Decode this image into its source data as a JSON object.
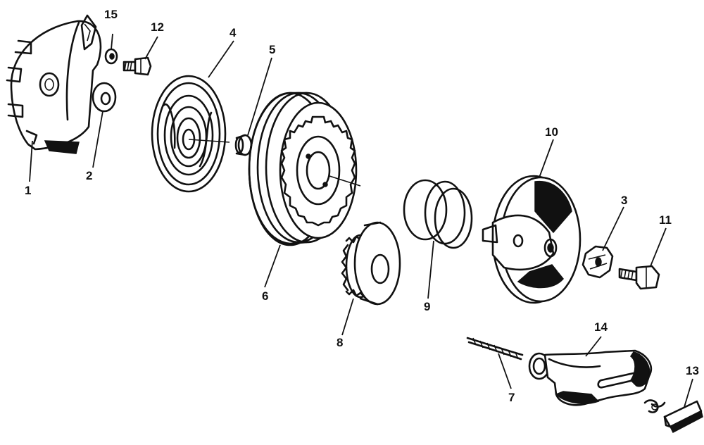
{
  "labels": {
    "1": "1",
    "2": "2",
    "3": "3",
    "4": "4",
    "5": "5",
    "6": "6",
    "7": "7",
    "8": "8",
    "9": "9",
    "10": "10",
    "11": "11",
    "12": "12",
    "13": "13",
    "14": "14",
    "15": "15"
  }
}
